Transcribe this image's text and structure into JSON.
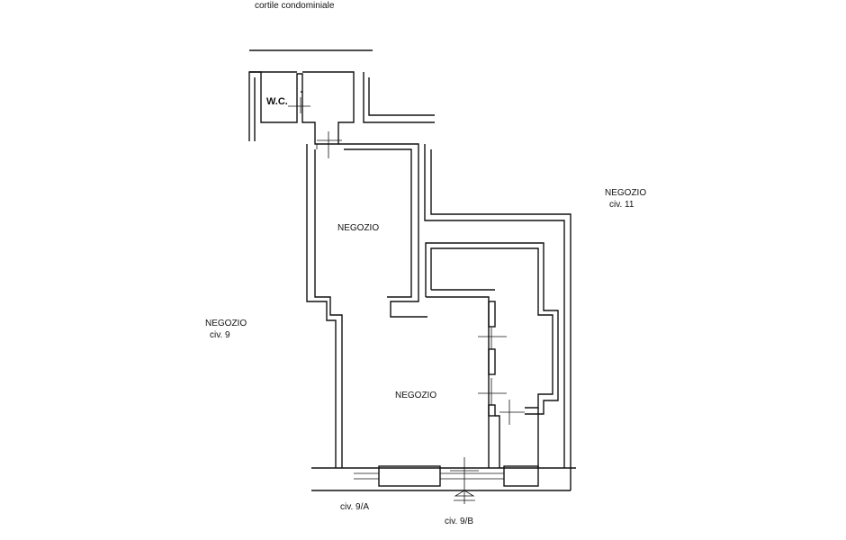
{
  "labels": {
    "courtyard": "cortile condominiale",
    "wc": "W.C.",
    "shop_upper": "NEGOZIO",
    "shop_lower": "NEGOZIO",
    "shop_right_name": "NEGOZIO",
    "shop_right_num": "civ. 11",
    "shop_left_name": "NEGOZIO",
    "shop_left_num": "civ. 9",
    "entrance_a": "civ. 9/A",
    "entrance_b": "civ. 9/B"
  }
}
